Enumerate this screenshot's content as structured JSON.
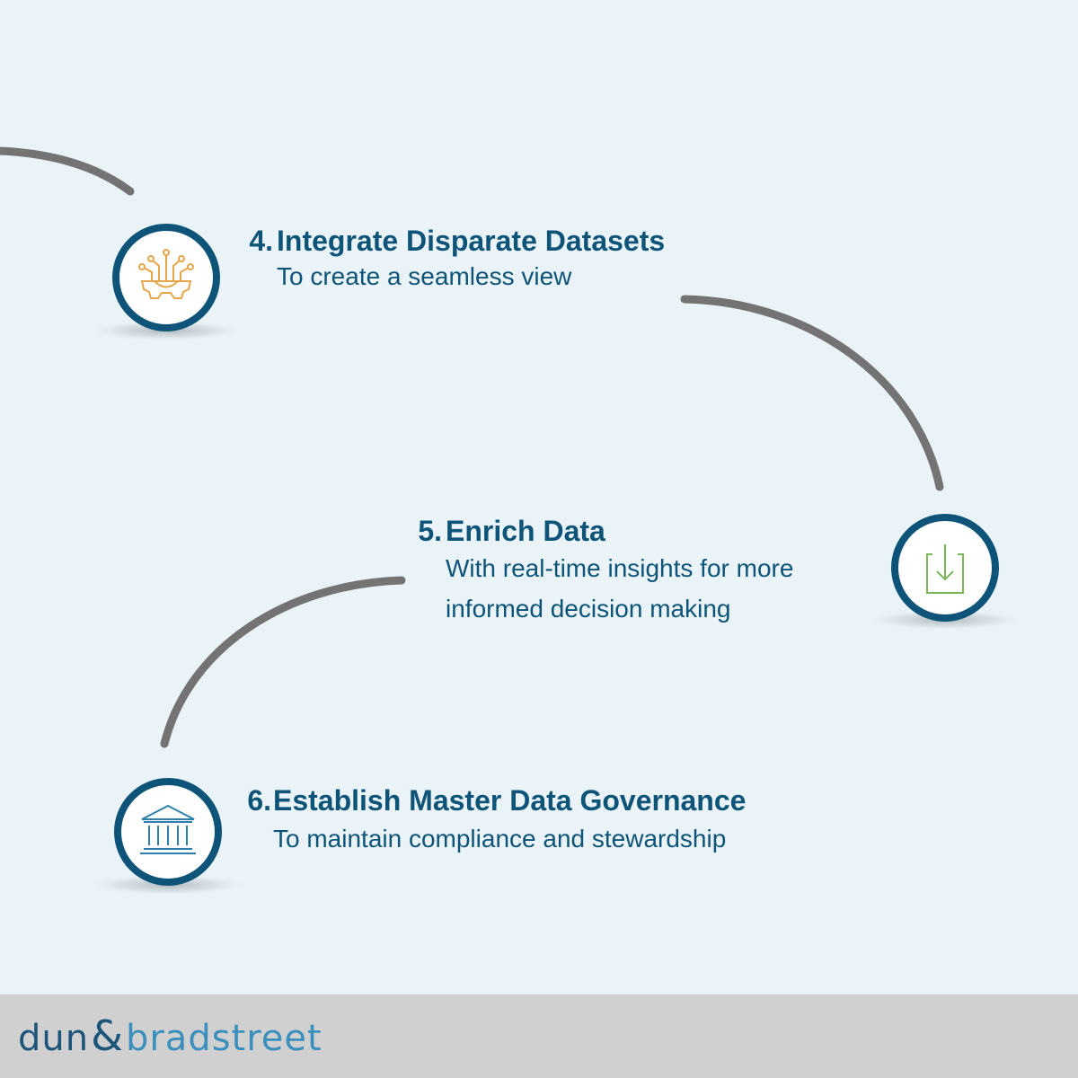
{
  "steps": [
    {
      "number": "4.",
      "title": "Integrate Disparate Datasets",
      "description": [
        "To create a seamless view"
      ],
      "icon": "data-integration-gear-icon",
      "icon_color": "#e8a64a"
    },
    {
      "number": "5.",
      "title": "Enrich Data",
      "description": [
        "With real-time insights for more",
        "informed decision making"
      ],
      "icon": "download-tray-icon",
      "icon_color": "#7ab85a"
    },
    {
      "number": "6.",
      "title": "Establish Master Data Governance",
      "description": [
        "To maintain compliance and stewardship"
      ],
      "icon": "institution-building-icon",
      "icon_color": "#2f7fae"
    }
  ],
  "brand": {
    "part1": "dun",
    "ampersand": "&",
    "part2": "bradstreet"
  },
  "colors": {
    "background": "#eaf3f7",
    "heading": "#0e5478",
    "circle_ring": "#0e5478",
    "connector": "#737373",
    "footer": "#d0d0d0"
  }
}
